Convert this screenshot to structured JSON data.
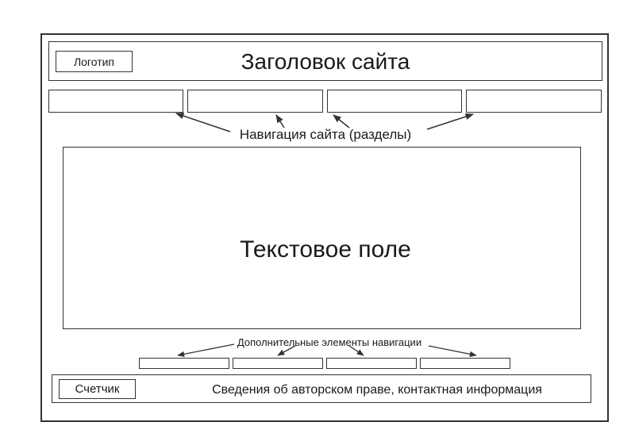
{
  "header": {
    "logo_label": "Логотип",
    "site_title": "Заголовок сайта"
  },
  "navigation": {
    "label": "Навигация сайта (разделы)",
    "items": [
      "",
      "",
      "",
      ""
    ]
  },
  "content": {
    "label": "Текстовое поле"
  },
  "secondary_navigation": {
    "label": "Дополнительные элементы навигации",
    "items": [
      "",
      "",
      "",
      ""
    ]
  },
  "footer": {
    "counter_label": "Счетчик",
    "copyright_text": "Сведения об авторском праве, контактная информация"
  }
}
